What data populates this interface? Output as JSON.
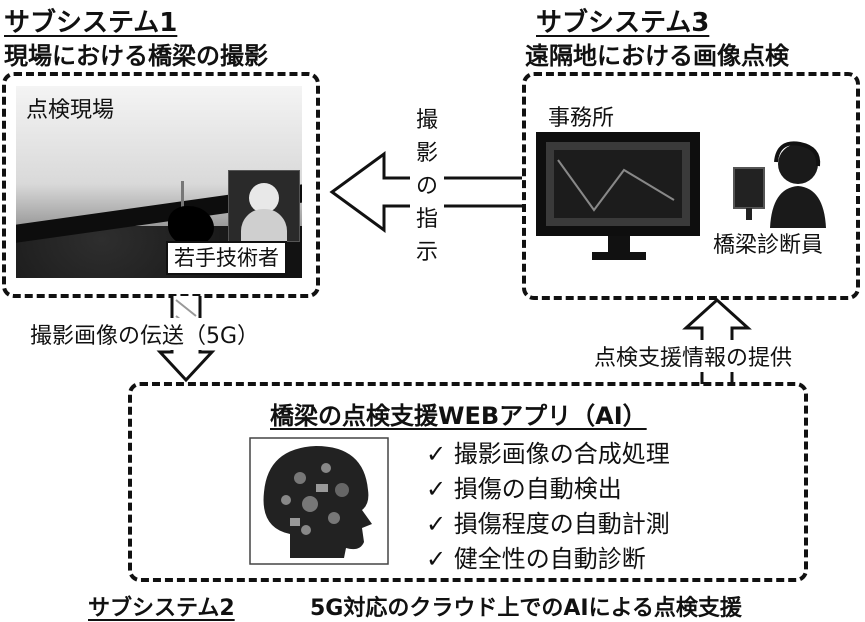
{
  "subsystem1": {
    "label": "サブシステム1",
    "title": "現場における橋梁の撮影",
    "site_label": "点検現場",
    "worker_label": "若手技術者"
  },
  "subsystem3": {
    "label": "サブシステム3",
    "title": "遠隔地における画像点検",
    "office_label": "事務所",
    "inspector_label": "橋梁診断員"
  },
  "arrows": {
    "instruction_chars": [
      "撮",
      "影",
      "の",
      "指",
      "示"
    ],
    "transmission": "撮影画像の伝送（5G）",
    "support_info": "点検支援情報の提供"
  },
  "subsystem2": {
    "app_title": "橋梁の点検支援WEBアプリ（AI）",
    "features": [
      "✓ 撮影画像の合成処理",
      "✓ 損傷の自動検出",
      "✓ 損傷程度の自動計測",
      "✓ 健全性の自動診断"
    ],
    "label": "サブシステム2",
    "caption": "5G対応のクラウド上でのAIによる点検支援"
  },
  "icons": {
    "instruction": "hollow-arrow-left-icon",
    "transmission": "hollow-arrow-down-icon",
    "support": "hollow-arrow-up-icon",
    "ai": "ai-head-icon",
    "monitor": "monitor-icon",
    "inspector": "inspector-person-icon"
  }
}
